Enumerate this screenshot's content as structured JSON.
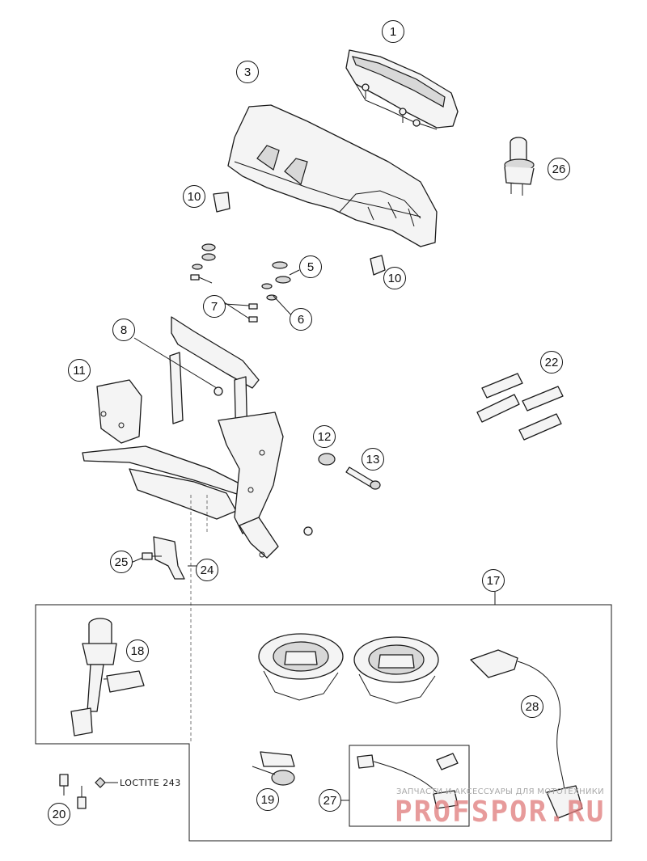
{
  "diagram": {
    "callouts": [
      {
        "id": "c1",
        "label": "1"
      },
      {
        "id": "c3",
        "label": "3"
      },
      {
        "id": "c26",
        "label": "26"
      },
      {
        "id": "c10a",
        "label": "10"
      },
      {
        "id": "c10b",
        "label": "10"
      },
      {
        "id": "c5",
        "label": "5"
      },
      {
        "id": "c6",
        "label": "6"
      },
      {
        "id": "c7",
        "label": "7"
      },
      {
        "id": "c8",
        "label": "8"
      },
      {
        "id": "c11",
        "label": "11"
      },
      {
        "id": "c22",
        "label": "22"
      },
      {
        "id": "c12",
        "label": "12"
      },
      {
        "id": "c13",
        "label": "13"
      },
      {
        "id": "c25",
        "label": "25"
      },
      {
        "id": "c24",
        "label": "24"
      },
      {
        "id": "c17",
        "label": "17"
      },
      {
        "id": "c18",
        "label": "18"
      },
      {
        "id": "c28",
        "label": "28"
      },
      {
        "id": "c19",
        "label": "19"
      },
      {
        "id": "c27",
        "label": "27"
      },
      {
        "id": "c20",
        "label": "20"
      }
    ],
    "note_loctite": "LOCTITE 243"
  },
  "watermark": {
    "caption": "ЗАПЧАСТИ И АКСЕССУАРЫ ДЛЯ МОТОТЕХНИКИ",
    "logo": "PROFSPOR.RU"
  },
  "colors": {
    "line": "#1a1a1a",
    "fill": "#f4f4f4",
    "watermark": "#e07a7a"
  }
}
